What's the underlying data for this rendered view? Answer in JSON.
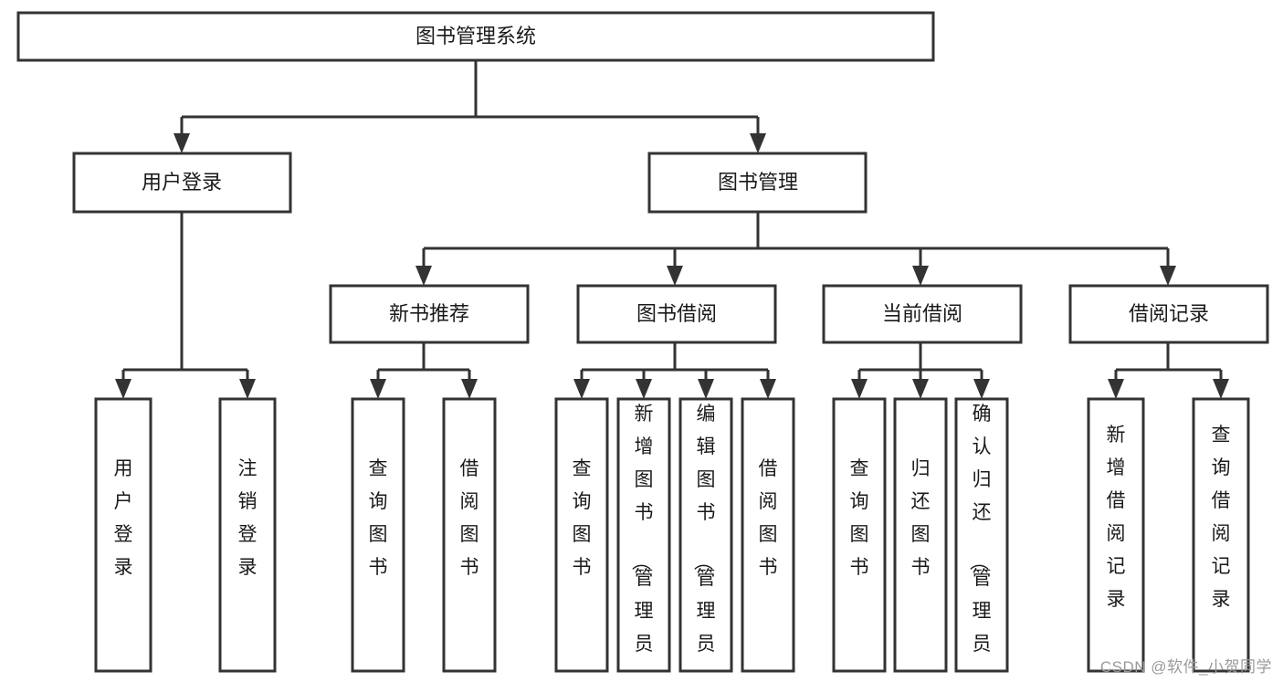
{
  "diagram": {
    "type": "hierarchy-tree",
    "title": "图书管理系统",
    "watermark": "CSDN @软件_小贺同学",
    "colors": {
      "stroke": "#333333",
      "fill": "#ffffff",
      "text": "#1a1a1a",
      "watermark": "#9a9a9a"
    },
    "levels": {
      "root": {
        "label": "图书管理系统"
      },
      "level1": [
        {
          "id": "user-login",
          "label": "用户登录"
        },
        {
          "id": "book-management",
          "label": "图书管理"
        }
      ],
      "level2": [
        {
          "id": "new-book-recommend",
          "label": "新书推荐",
          "parent": "book-management"
        },
        {
          "id": "book-borrow",
          "label": "图书借阅",
          "parent": "book-management"
        },
        {
          "id": "current-borrow",
          "label": "当前借阅",
          "parent": "book-management"
        },
        {
          "id": "borrow-record",
          "label": "借阅记录",
          "parent": "book-management"
        }
      ],
      "leaves": [
        {
          "id": "leaf-user-login",
          "label": "用户登录",
          "parent": "user-login"
        },
        {
          "id": "leaf-logout-login",
          "label": "注销登录",
          "parent": "user-login"
        },
        {
          "id": "leaf-query-book-1",
          "label": "查询图书",
          "parent": "new-book-recommend"
        },
        {
          "id": "leaf-borrow-book-1",
          "label": "借阅图书",
          "parent": "new-book-recommend"
        },
        {
          "id": "leaf-query-book-2",
          "label": "查询图书",
          "parent": "book-borrow"
        },
        {
          "id": "leaf-add-book",
          "label": "新增图书（管理员）",
          "parent": "book-borrow"
        },
        {
          "id": "leaf-edit-book",
          "label": "编辑图书（管理员）",
          "parent": "book-borrow"
        },
        {
          "id": "leaf-borrow-book-2",
          "label": "借阅图书",
          "parent": "book-borrow"
        },
        {
          "id": "leaf-query-book-3",
          "label": "查询图书",
          "parent": "current-borrow"
        },
        {
          "id": "leaf-return-book",
          "label": "归还图书",
          "parent": "current-borrow"
        },
        {
          "id": "leaf-confirm-return",
          "label": "确认归还（管理员）",
          "parent": "current-borrow"
        },
        {
          "id": "leaf-add-record",
          "label": "新增借阅记录",
          "parent": "borrow-record"
        },
        {
          "id": "leaf-query-record",
          "label": "查询借阅记录",
          "parent": "borrow-record"
        }
      ]
    }
  }
}
